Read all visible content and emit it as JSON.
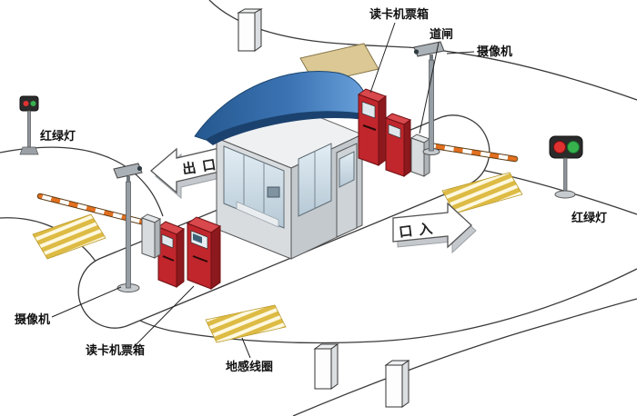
{
  "labels": {
    "card_reader_top": "读卡机票箱",
    "barrier_gate": "道闸",
    "camera_top": "摄像机",
    "traffic_light_left": "红绿灯",
    "traffic_light_right": "红绿灯",
    "camera_bottom": "摄像机",
    "card_reader_bottom": "读卡机票箱",
    "ground_loop": "地感线圈",
    "exit_arrow": "出口",
    "entrance_arrow": "口入"
  },
  "colors": {
    "machine_red": "#c0262c",
    "roof_blue": "#2f67a8",
    "barrier_stripe_orange": "#e2701f",
    "ground_loop_yellow": "#dcb93f",
    "traffic_light_red": "#e03131",
    "traffic_light_green": "#37b24d"
  }
}
